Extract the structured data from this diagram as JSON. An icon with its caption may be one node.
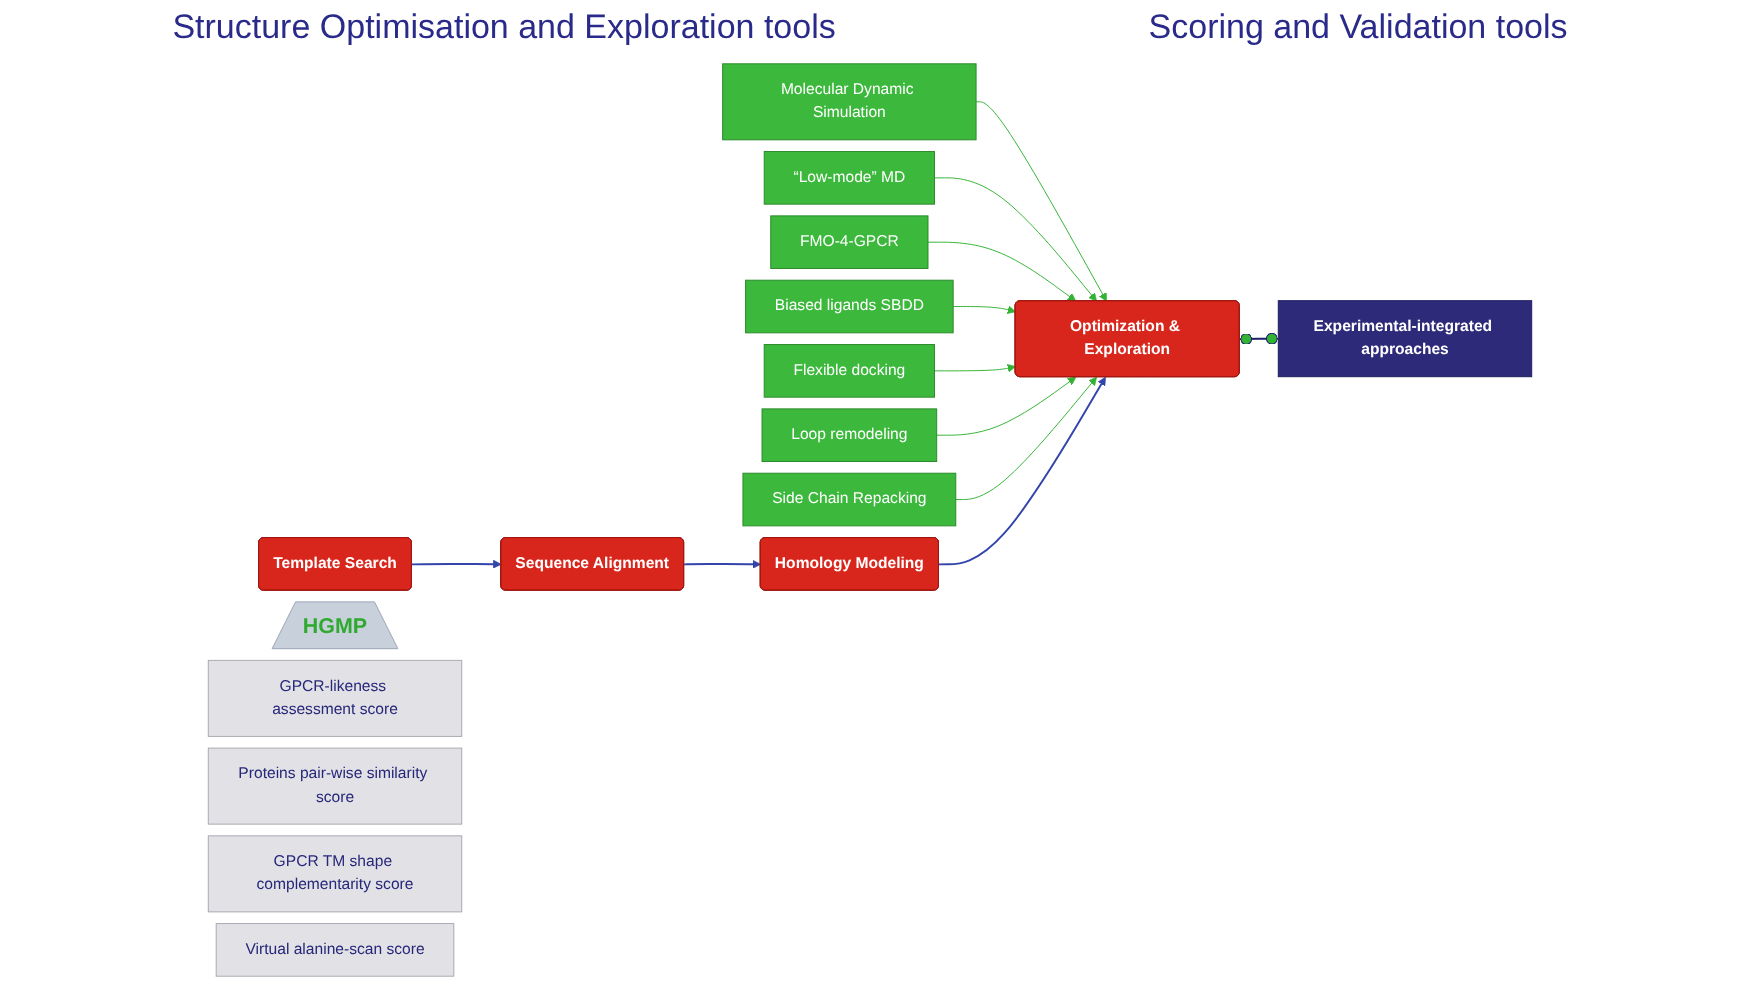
{
  "diagram": {
    "nodes": [
      {
        "text": [
          "Molecular Dynamic Simulation"
        ]
      },
      {
        "text": [
          "“Low-mode” MD"
        ]
      },
      {
        "text": [
          "FMO-4-GPCR"
        ]
      },
      {
        "text": [
          "Biased ligands SBDD"
        ]
      },
      {
        "text": [
          "Flexible docking"
        ]
      },
      {
        "text": [
          "Loop remodeling"
        ]
      },
      {
        "text": [
          "Side Chain Repacking"
        ]
      },
      {
        "text": [
          "Template Search"
        ]
      },
      {
        "text": [
          "Sequence Alignment"
        ]
      },
      {
        "text": [
          "Homology Modeling"
        ]
      },
      {
        "text": [
          "Optimization & Exploration"
        ]
      },
      {
        "text": [
          "Experimental-integrated approaches"
        ]
      },
      {
        "text": [
          "HGMP"
        ]
      },
      {
        "text": [
          "GPCR-likeness assessment score"
        ]
      },
      {
        "text": [
          "Proteins pair-wise similarity score"
        ]
      },
      {
        "text": [
          "GPCR TM shape complementarity score"
        ]
      },
      {
        "text": [
          "Virtual alanine-scan score"
        ]
      }
    ],
    "edges": [
      {
        "from": 0,
        "to": 10,
        "arrow": "to"
      },
      {
        "from": 1,
        "to": 10,
        "arrow": "to"
      },
      {
        "from": 2,
        "to": 10,
        "arrow": "to"
      },
      {
        "from": 3,
        "to": 10,
        "arrow": "to"
      },
      {
        "from": 4,
        "to": 10,
        "arrow": "to"
      },
      {
        "from": 5,
        "to": 10,
        "arrow": "to"
      },
      {
        "from": 6,
        "to": 10,
        "arrow": "to"
      },
      {
        "from": 7,
        "to": 8,
        "arrow": "to",
        "color": "#3344aa"
      },
      {
        "from": 8,
        "to": 9,
        "arrow": "to",
        "color": "#3344aa"
      },
      {
        "from": 9,
        "to": 10,
        "arrow": "to",
        "color": "#3344aa"
      },
      {
        "from": 10,
        "to": 11,
        "arrow": "other",
        "color": "#1e1e6e"
      }
    ],
    "labels": [
      "Structure Optimisation and Exploration tools",
      "Scoring and Validation tools"
    ]
  }
}
